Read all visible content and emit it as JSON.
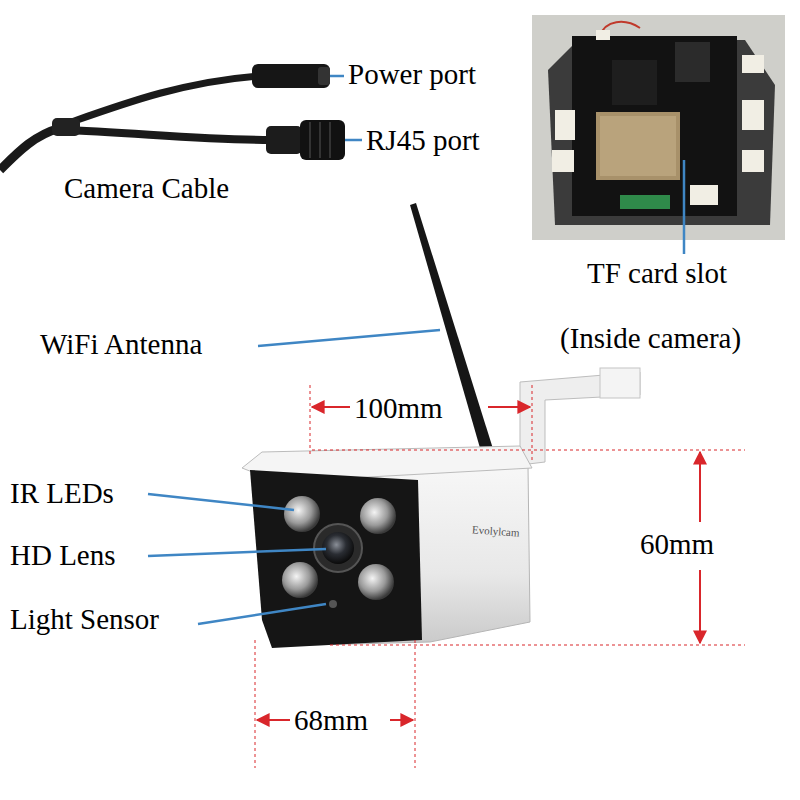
{
  "diagram": {
    "labels": [
      "Power port",
      "RJ45 port",
      "Camera Cable",
      "TF card slot",
      "(Inside camera)",
      "WiFi Antenna",
      "100mm",
      "60mm",
      "IR LEDs",
      "HD Lens",
      "Light Sensor",
      "68mm",
      "Evolylcam"
    ]
  }
}
